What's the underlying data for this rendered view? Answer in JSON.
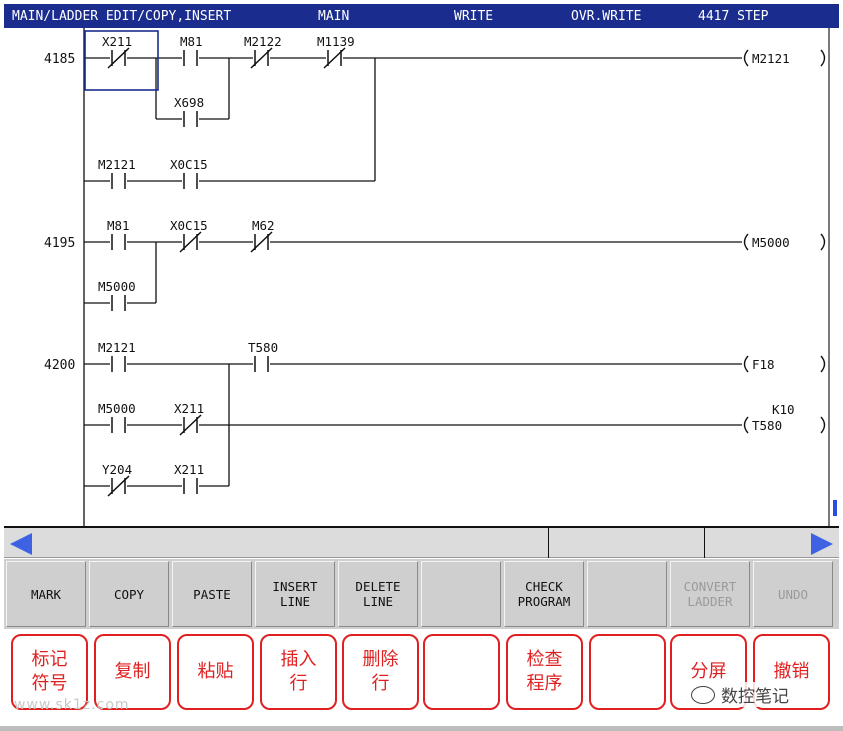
{
  "header": {
    "mode": "MAIN/LADDER EDIT/COPY,INSERT",
    "program": "MAIN",
    "access": "WRITE",
    "write_mode": "OVR.WRITE",
    "step": "4417 STEP"
  },
  "ladder": {
    "steps": [
      "4185",
      "4195",
      "4200"
    ],
    "contacts": [
      "X211",
      "M81",
      "M2122",
      "M1139",
      "X698",
      "M2121",
      "X0C15",
      "M81",
      "X0C15",
      "M62",
      "M5000",
      "M2121",
      "T580",
      "M5000",
      "X211",
      "Y204",
      "X211"
    ],
    "coils": [
      "M2121",
      "M5000",
      "F18",
      "T580"
    ],
    "timer_setting": "K10"
  },
  "function_keys": [
    {
      "line1": "MARK",
      "line2": "",
      "enabled": true
    },
    {
      "line1": "COPY",
      "line2": "",
      "enabled": true
    },
    {
      "line1": "PASTE",
      "line2": "",
      "enabled": true
    },
    {
      "line1": "INSERT",
      "line2": "LINE",
      "enabled": true
    },
    {
      "line1": "DELETE",
      "line2": "LINE",
      "enabled": true
    },
    {
      "line1": "",
      "line2": "",
      "enabled": true
    },
    {
      "line1": "CHECK",
      "line2": "PROGRAM",
      "enabled": true
    },
    {
      "line1": "",
      "line2": "",
      "enabled": true
    },
    {
      "line1": "CONVERT",
      "line2": "LADDER",
      "enabled": false
    },
    {
      "line1": "UNDO",
      "line2": "",
      "enabled": false
    }
  ],
  "annotations": [
    {
      "line1": "标记",
      "line2": "符号"
    },
    {
      "line1": "复制",
      "line2": ""
    },
    {
      "line1": "粘贴",
      "line2": ""
    },
    {
      "line1": "插入",
      "line2": "行"
    },
    {
      "line1": "删除",
      "line2": "行"
    },
    {
      "line1": "",
      "line2": ""
    },
    {
      "line1": "检查",
      "line2": "程序"
    },
    {
      "line1": "",
      "line2": ""
    },
    {
      "line1": "分屏",
      "line2": ""
    },
    {
      "line1": "撤销",
      "line2": ""
    }
  ],
  "watermark_left": "www.sk1z.com",
  "watermark_right": "数控笔记",
  "colors": {
    "title_bar": "#1a2d8e",
    "cursor": "#1a2d8e",
    "scroll_arrow": "#3d63e3",
    "annotation": "#e02020"
  },
  "icons": [
    "arrow-left-icon",
    "arrow-right-icon",
    "wechat-icon"
  ]
}
